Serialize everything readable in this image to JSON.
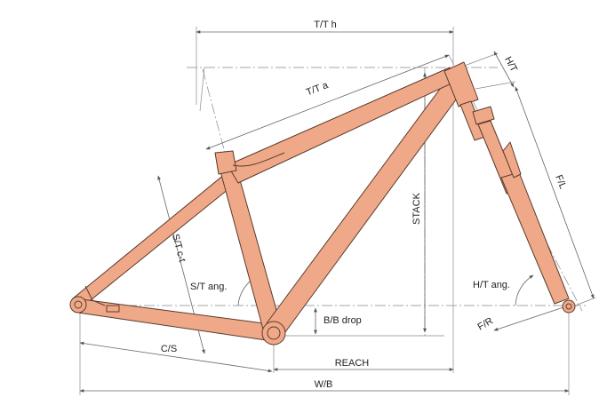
{
  "labels": {
    "tt_h": "T/T h",
    "tt_a": "T/T a",
    "ht": "H/T",
    "st_ct": "S/T c-t",
    "stack": "STACK",
    "fl": "F/L",
    "st_ang": "S/T ang.",
    "ht_ang": "H/T ang.",
    "bb_drop": "B/B drop",
    "fr": "F/R",
    "cs": "C/S",
    "reach": "REACH",
    "wb": "W/B"
  },
  "colors": {
    "frame_fill": "#f0a988",
    "frame_outline": "#5a3a2c",
    "dimension_line": "#666666"
  }
}
